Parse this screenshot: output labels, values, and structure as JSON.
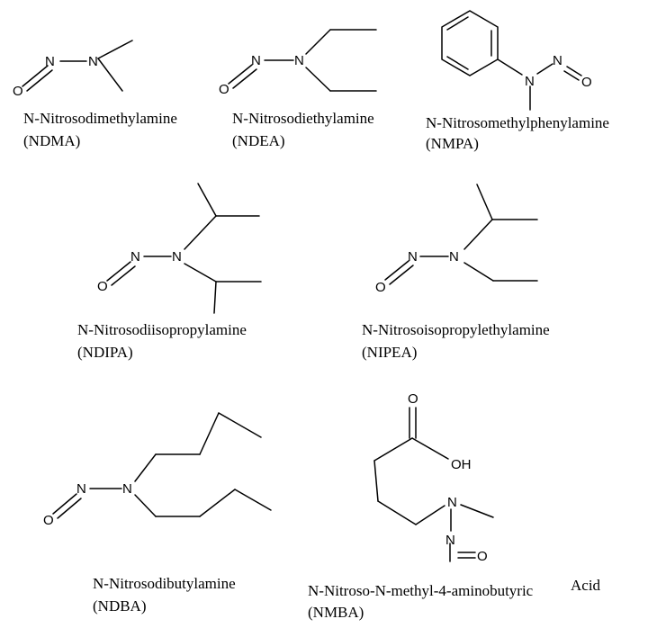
{
  "compounds": [
    {
      "key": "ndma",
      "name": "N-Nitrosodimethylamine",
      "abbr": "(NDMA)",
      "atoms": {
        "nitroso_n": "N",
        "amine_n": "N",
        "oxygen": "O"
      }
    },
    {
      "key": "ndea",
      "name": "N-Nitrosodiethylamine",
      "abbr": "(NDEA)",
      "atoms": {
        "nitroso_n": "N",
        "amine_n": "N",
        "oxygen": "O"
      }
    },
    {
      "key": "nmpa",
      "name": "N-Nitrosomethylphenylamine",
      "abbr": "(NMPA)",
      "atoms": {
        "nitroso_n": "N",
        "amine_n": "N",
        "oxygen": "O"
      }
    },
    {
      "key": "ndipa",
      "name": "N-Nitrosodiisopropylamine",
      "abbr": "(NDIPA)",
      "atoms": {
        "nitroso_n": "N",
        "amine_n": "N",
        "oxygen": "O"
      }
    },
    {
      "key": "nipea",
      "name": "N-Nitrosoisopropylethylamine",
      "abbr": "(NIPEA)",
      "atoms": {
        "nitroso_n": "N",
        "amine_n": "N",
        "oxygen": "O"
      }
    },
    {
      "key": "ndba",
      "name": "N-Nitrosodibutylamine",
      "abbr": "(NDBA)",
      "atoms": {
        "nitroso_n": "N",
        "amine_n": "N",
        "oxygen": "O"
      }
    },
    {
      "key": "nmba",
      "name": "N-Nitroso-N-methyl-4-aminobutyric",
      "name_suffix": "Acid",
      "abbr": "(NMBA)",
      "atoms": {
        "nitroso_n": "N",
        "amine_n": "N",
        "oxygen": "O",
        "carbonyl_o": "O",
        "hydroxyl": "OH"
      }
    }
  ]
}
